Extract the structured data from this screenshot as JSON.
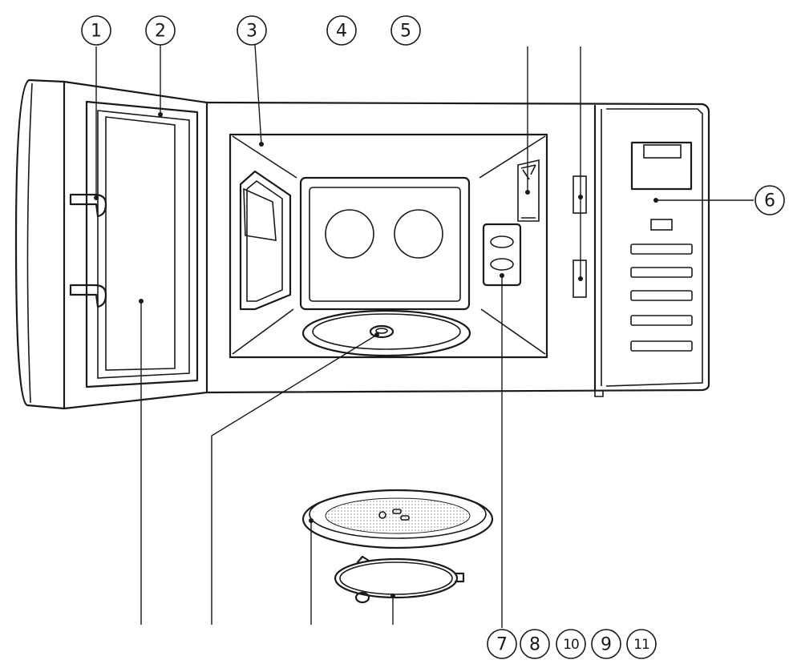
{
  "callouts": [
    {
      "id": "c1",
      "label": "1"
    },
    {
      "id": "c2",
      "label": "2"
    },
    {
      "id": "c3",
      "label": "3"
    },
    {
      "id": "c4",
      "label": "4"
    },
    {
      "id": "c5",
      "label": "5"
    },
    {
      "id": "c6",
      "label": "6"
    },
    {
      "id": "c7",
      "label": "7"
    },
    {
      "id": "c8",
      "label": "8"
    },
    {
      "id": "c10",
      "label": "10"
    },
    {
      "id": "c9",
      "label": "9"
    },
    {
      "id": "c11",
      "label": "11"
    }
  ]
}
